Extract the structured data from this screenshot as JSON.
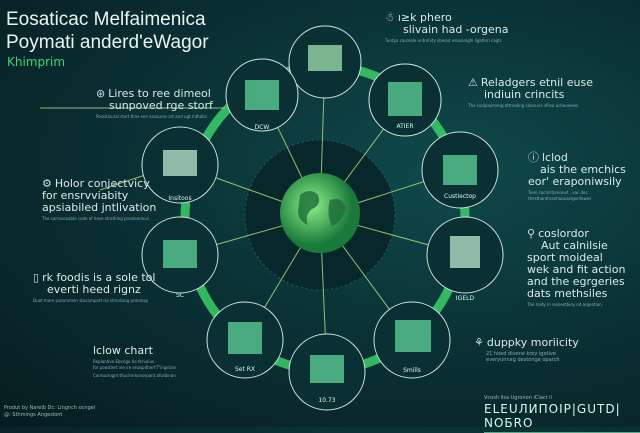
{
  "header": {
    "title_line1": "Eosaticac Melfaimenica",
    "title_line2": "Poymati anderd'eWagor",
    "subtitle": "Khimprim"
  },
  "callouts": [
    {
      "icon": "badge-icon",
      "line1": "Lires to ree dimeol",
      "line2": "sunpoved rge storf",
      "small": "Possitioural stort tline see vasoures ort and ugt inthatis"
    },
    {
      "icon": "gear-icon",
      "line1": "Holor conjectvicy",
      "line2": "for ensrvviabity",
      "line3": "apsiabiled jntlivation",
      "small": "The carrocooable code of hose strathing prooleorious"
    },
    {
      "icon": "battery-icon",
      "line1": "rk foodis is a sole tol",
      "line2": "everti heed rignz",
      "small": "Duot more pseoromon stocomport rio strordung pntemsp"
    },
    {
      "icon": "",
      "line1": "lclow chart",
      "line2": "Replantive Ebcrigo ho fervaius",
      "line3": "for poostiert vle ire enospithert'T'ingstion",
      "small": "Corrouringnt thuchinhanorpant aforbinon"
    },
    {
      "icon": "robot-icon",
      "line1": "ı≥k phero",
      "line2": "slivain had -orgena",
      "small": "Tuntpa casmole entrohity sbeout essoonighl ligatlirn cagts"
    },
    {
      "icon": "warning-icon",
      "line1": "Reladgers etnil euse",
      "line2": "indiuin crincits",
      "small": "The ciolplaomeng ettnnding slossuirs sfinw actwuolees"
    },
    {
      "icon": "info-icon",
      "line1": "lclod",
      "line2": "ais the emchics",
      "line3": "eor' eraponiwsily",
      "small": "Tuen cocmstomonet . vac dec thesthantmanhaooaolgenfowes"
    },
    {
      "icon": "pin-icon",
      "line1": "coslordor",
      "line2": "Aut calnilsie",
      "line3": "sport moideal",
      "line4": "wek and fit action",
      "line5": "and the egrgeries",
      "line6": "dats methsiles",
      "small": "The roidy in resoestbioy od argention"
    },
    {
      "icon": "leaf-icon",
      "line1": "duppky moriicity",
      "line2": "21 hoed divene krey igotive",
      "line3": "everyunnag destonga oparch",
      "small": ""
    }
  ],
  "nodes": [
    "DCW",
    "",
    "ATIER",
    "Insitoos",
    "Custiectop",
    "SC",
    "IGELD",
    "Set RX",
    "10.73",
    "Smills"
  ],
  "footer": {
    "left_line1": "Produt by Narelb Dc: Lingnch ocngel",
    "left_line2": "@: Sthmings Angesiont",
    "right_small": "Vcosh ilsa Ugronon iClact il",
    "brand": "ELEUЛИПOIP|GUTD| NOБRO"
  },
  "colors": {
    "accent": "#3fd37a",
    "ring": "#3ccf6a",
    "bg": "#0a3336"
  }
}
